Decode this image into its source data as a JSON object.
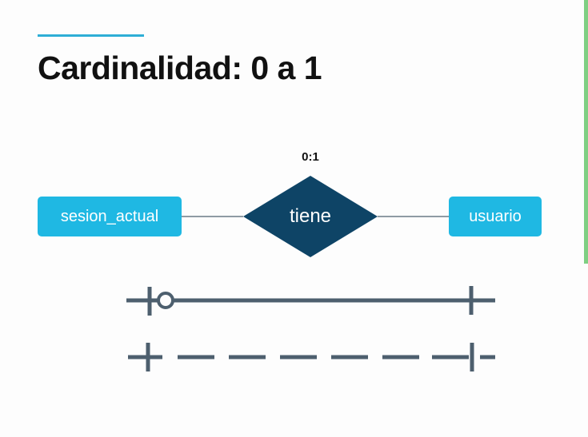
{
  "slide": {
    "title": "Cardinalidad: 0 a 1",
    "accent_color": "#2eaed6"
  },
  "diagram": {
    "cardinality_label": "0:1",
    "entity_left": {
      "label": "sesion_actual",
      "color": "#1fb8e3"
    },
    "relationship": {
      "label": "tiene",
      "color": "#0e4466"
    },
    "entity_right": {
      "label": "usuario",
      "color": "#1fb8e3"
    },
    "connector_color": "#6b7b86",
    "notation_color": "#4d5f6e"
  }
}
